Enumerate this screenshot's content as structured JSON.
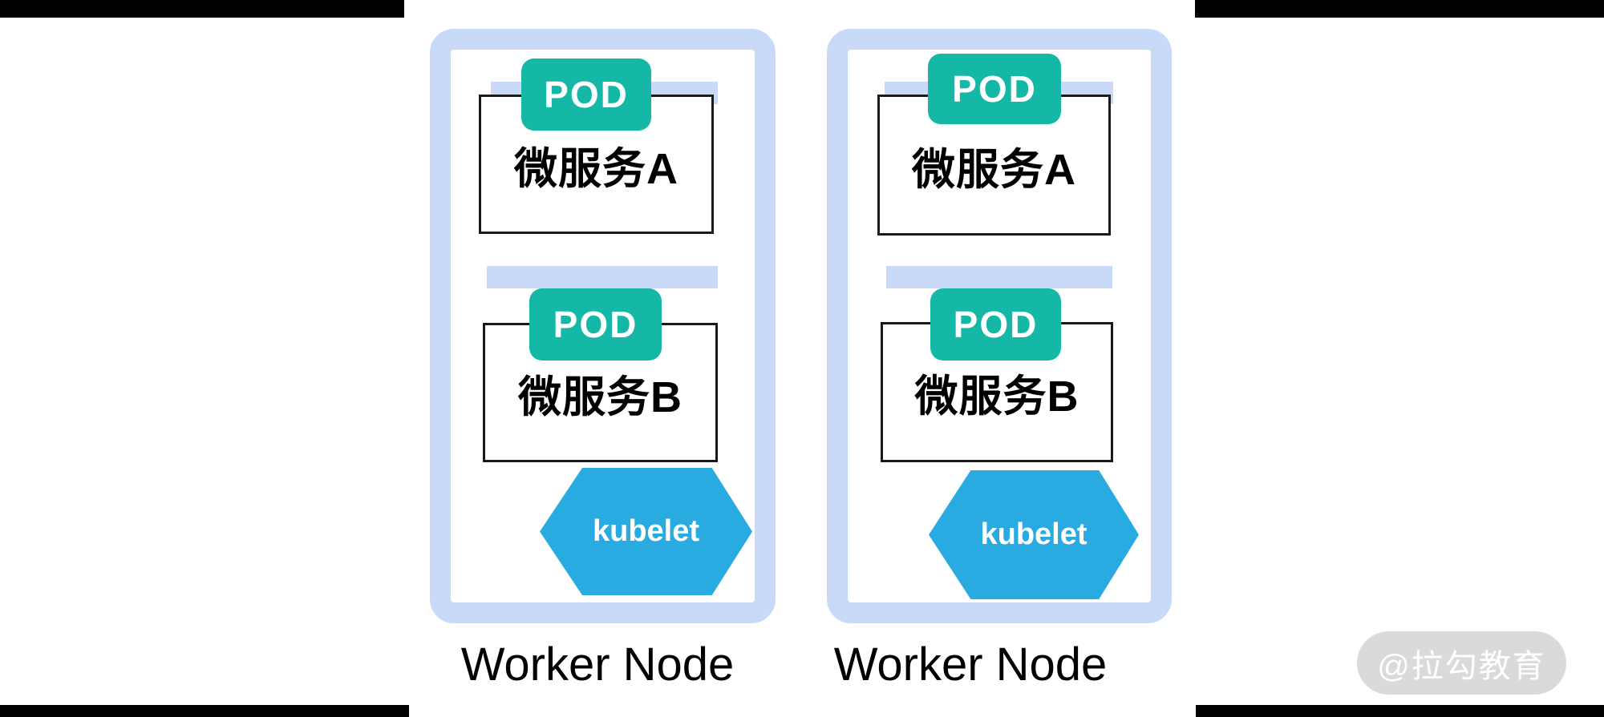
{
  "diagram": {
    "title_context": "kubernetes-worker-nodes-diagram",
    "nodes": [
      {
        "label": "Worker Node",
        "pods": [
          {
            "badge": "POD",
            "service": "微服务A"
          },
          {
            "badge": "POD",
            "service": "微服务B"
          }
        ],
        "agent": "kubelet"
      },
      {
        "label": "Worker Node",
        "pods": [
          {
            "badge": "POD",
            "service": "微服务A"
          },
          {
            "badge": "POD",
            "service": "微服务B"
          }
        ],
        "agent": "kubelet"
      }
    ],
    "watermark": "@拉勾教育",
    "colors": {
      "node_frame": "#c9daf8",
      "shelf_bar": "#c9daf8",
      "pod_badge": "#15b8a6",
      "hexagon": "#29abe2",
      "box_border": "#1a1a1a",
      "letterbox": "#000000",
      "watermark_bg": "#dadada",
      "watermark_text": "#ffffff"
    }
  }
}
